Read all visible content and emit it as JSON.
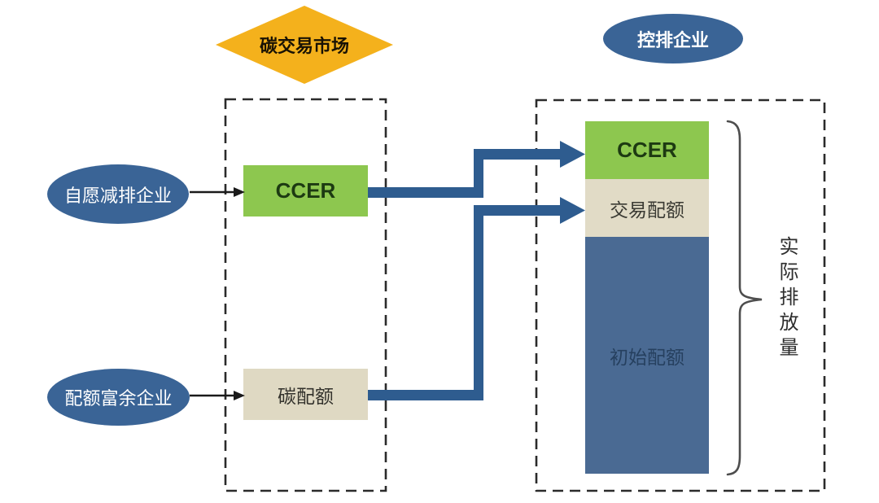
{
  "diagram": {
    "title_diamond": "碳交易市场",
    "controlled_ellipse": "控排企业",
    "voluntary_ellipse": "自愿减排企业",
    "surplus_ellipse": "配额富余企业",
    "market_box": {
      "ccer": "CCER",
      "carbon_quota": "碳配额"
    },
    "enterprise_stack": {
      "ccer": "CCER",
      "traded_quota": "交易配额",
      "initial_quota": "初始配额"
    },
    "bracket_label": "实际排放量",
    "colors": {
      "diamond_yellow": "#F4B11C",
      "node_blue": "#3A6496",
      "ccer_green": "#8DC74F",
      "quota_beige": "#DFD9C3",
      "initial_quota_blue": "#4A6A93",
      "arrow_blue": "#2E5C8F",
      "dashed_border": "#2B2B2B",
      "brace_gray": "#4D4D4D"
    }
  }
}
